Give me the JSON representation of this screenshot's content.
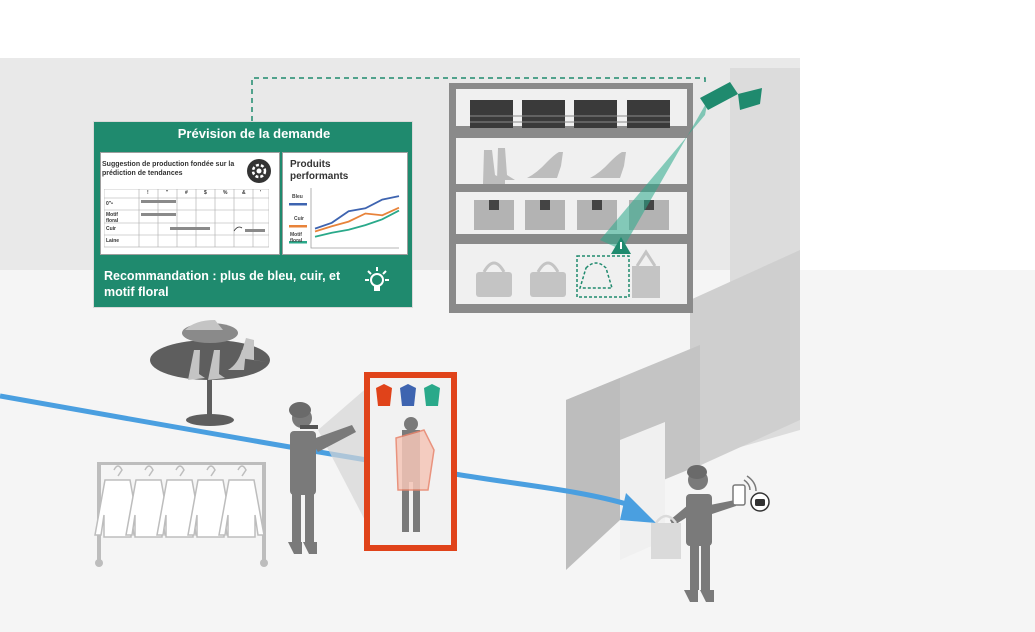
{
  "forecast": {
    "title": "Prévision de la demande",
    "suggestion": "Suggestion de production fondée sur la prédiction de tendances",
    "table_headers": [
      "!",
      "\"",
      "#",
      "$",
      "%",
      "&",
      "'"
    ],
    "table_rows": [
      "0\"•",
      "Motif floral",
      "Cuir",
      "Laine"
    ],
    "performing_title": "Produits performants",
    "legend": [
      "Bleu",
      "Cuir",
      "Motif floral"
    ],
    "recommendation": "Recommandation : plus de bleu, cuir, et motif floral"
  },
  "colors": {
    "brand_green": "#1f8a6e",
    "flow_blue": "#4a9fe0",
    "highlight_red": "#e0431a",
    "silhouette_gray": "#7a7a7a",
    "series_blue": "#3e64b0",
    "series_orange": "#e8833a",
    "series_teal": "#2aa98a"
  },
  "icons": [
    "gear-icon",
    "lightbulb-icon",
    "camera-icon",
    "smartphone-icon",
    "warning-icon"
  ],
  "chart_data": {
    "type": "line",
    "title": "Produits performants",
    "x": [
      1,
      2,
      3,
      4,
      5,
      6
    ],
    "series": [
      {
        "name": "Bleu",
        "values": [
          3,
          4,
          6,
          6.5,
          8,
          8.6
        ]
      },
      {
        "name": "Cuir",
        "values": [
          2.5,
          3.4,
          4.2,
          5.6,
          5.3,
          6.6
        ]
      },
      {
        "name": "Motif floral",
        "values": [
          1.6,
          2.3,
          2.8,
          3.6,
          4.6,
          6.1
        ]
      }
    ],
    "ylim": [
      0,
      10
    ],
    "legend_placement": "left"
  }
}
